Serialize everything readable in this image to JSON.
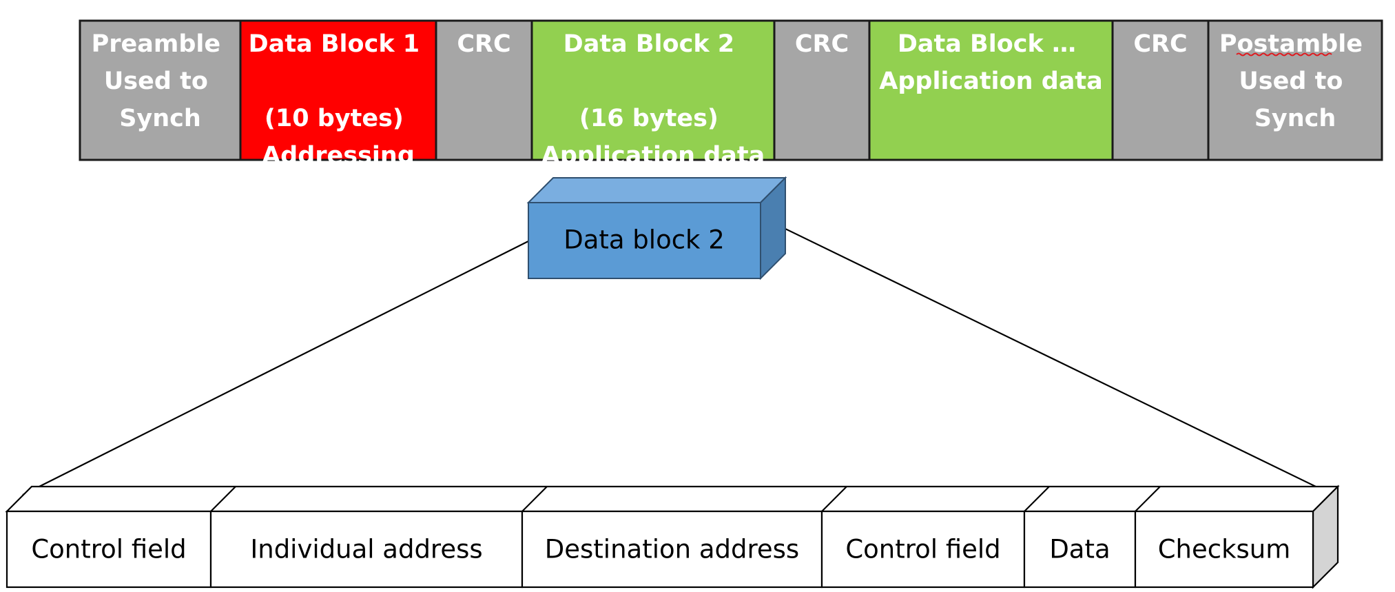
{
  "frame": {
    "segments": [
      {
        "lines": [
          "Preamble",
          "Used to",
          "Synch"
        ],
        "color": "#a6a6a6"
      },
      {
        "lines": [
          "Data Block 1",
          "",
          "(10 bytes)",
          "Addressing"
        ],
        "color": "#ff0000"
      },
      {
        "lines": [
          "CRC"
        ],
        "color": "#a6a6a6"
      },
      {
        "lines": [
          "Data Block 2",
          "",
          "(16 bytes)",
          "Application data"
        ],
        "color": "#92d050"
      },
      {
        "lines": [
          "CRC"
        ],
        "color": "#a6a6a6"
      },
      {
        "lines": [
          "Data Block …",
          "Application data"
        ],
        "color": "#92d050"
      },
      {
        "lines": [
          "CRC"
        ],
        "color": "#a6a6a6"
      },
      {
        "lines": [
          "Postamble",
          "Used to",
          "Synch"
        ],
        "color": "#a6a6a6"
      }
    ]
  },
  "data_block": {
    "label": "Data block 2",
    "front_color": "#5b9bd5",
    "top_color": "#7aaee0",
    "side_color": "#4a7fb0"
  },
  "fields": [
    {
      "label": "Control field"
    },
    {
      "label": "Individual address"
    },
    {
      "label": "Destination address"
    },
    {
      "label": "Control field"
    },
    {
      "label": "Data"
    },
    {
      "label": "Checksum"
    }
  ]
}
